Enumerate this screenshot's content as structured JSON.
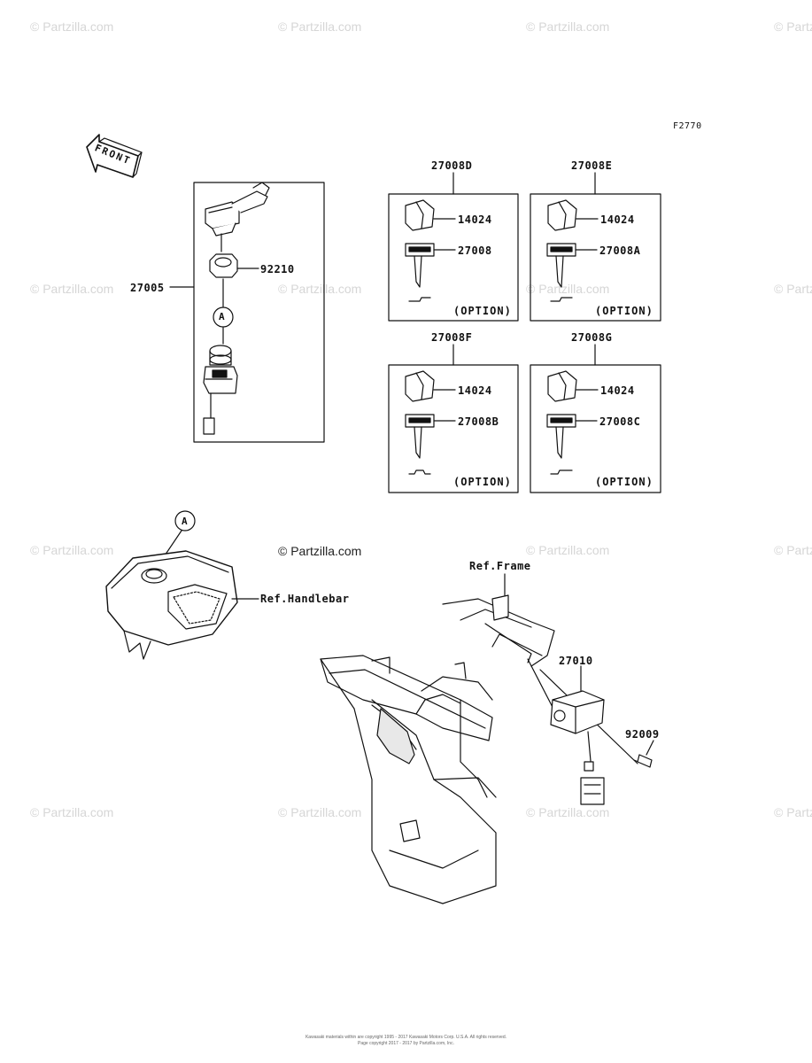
{
  "figure_code": "F2770",
  "front_label": "FRONT",
  "watermark": "© Partzilla.com",
  "copyright": "© Partzilla.com",
  "footer_line1": "Kawasaki materials within are copyright 1995 - 2017 Kawasaki Motors Corp. U.S.A. All rights reserved.",
  "footer_line2": "Page copyright 2017 - 2017 by Partzilla.com, Inc.",
  "option_text": "(OPTION)",
  "callout_a": "A",
  "assembly": {
    "number": "27005",
    "nut": "92210"
  },
  "key_sets": [
    {
      "set": "27008D",
      "cover": "14024",
      "key": "27008"
    },
    {
      "set": "27008E",
      "cover": "14024",
      "key": "27008A"
    },
    {
      "set": "27008F",
      "cover": "14024",
      "key": "27008B"
    },
    {
      "set": "27008G",
      "cover": "14024",
      "key": "27008C"
    }
  ],
  "ref_handlebar": "Ref.Handlebar",
  "ref_frame": "Ref.Frame",
  "switch_part": "27010",
  "bolt_part": "92009"
}
